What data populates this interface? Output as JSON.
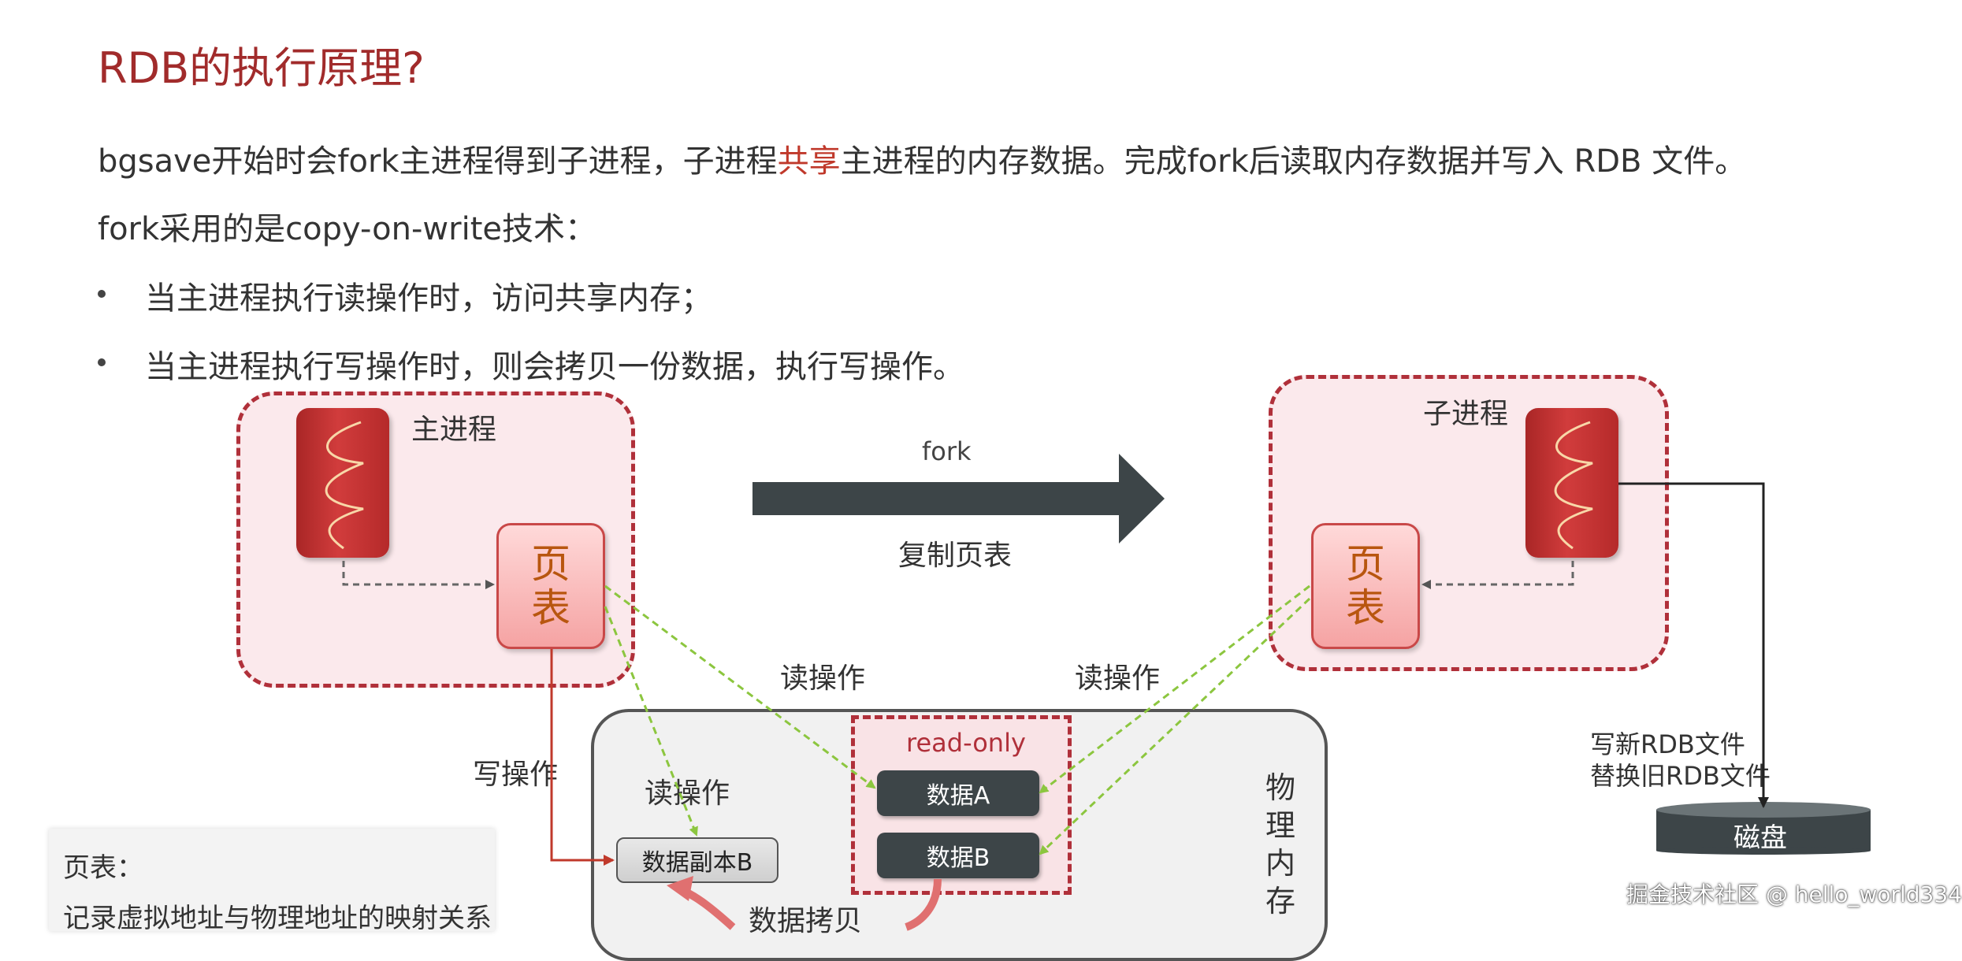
{
  "header": {
    "title": "RDB的执行原理?"
  },
  "intro": {
    "line1_part1": "bgsave开始时会fork主进程得到子进程，子进程",
    "line1_highlight": "共享",
    "line1_part2": "主进程的内存数据。完成fork后读取内存数据并写入 RDB 文件。",
    "line2": "fork采用的是copy-on-write技术："
  },
  "bullets": [
    "当主进程执行读操作时，访问共享内存；",
    "当主进程执行写操作时，则会拷贝一份数据，执行写操作。"
  ],
  "diagram": {
    "main_process_label": "主进程",
    "child_process_label": "子进程",
    "page_table_label": "页表",
    "fork_label": "fork",
    "copy_page_table_label": "复制页表",
    "read_op_label": "读操作",
    "write_op_label": "写操作",
    "read_only_label": "read-only",
    "data_a_label": "数据A",
    "data_b_label": "数据B",
    "data_copy_b_label": "数据副本B",
    "data_copy_label": "数据拷贝",
    "physical_memory_label": "物理内存",
    "write_rdb_line1": "写新RDB文件",
    "write_rdb_line2": "替换旧RDB文件",
    "disk_label": "磁盘"
  },
  "note": {
    "title": "页表：",
    "body": "记录虚拟地址与物理地址的映射关系"
  },
  "watermark": "掘金技术社区 @ hello_world334",
  "colors": {
    "title": "#a12b2b",
    "highlight": "#c0392b",
    "dashed_border": "#b0303a",
    "arrow_dark": "#3d4548",
    "read_arrow": "#8cc63f",
    "write_arrow": "#c0392b"
  }
}
